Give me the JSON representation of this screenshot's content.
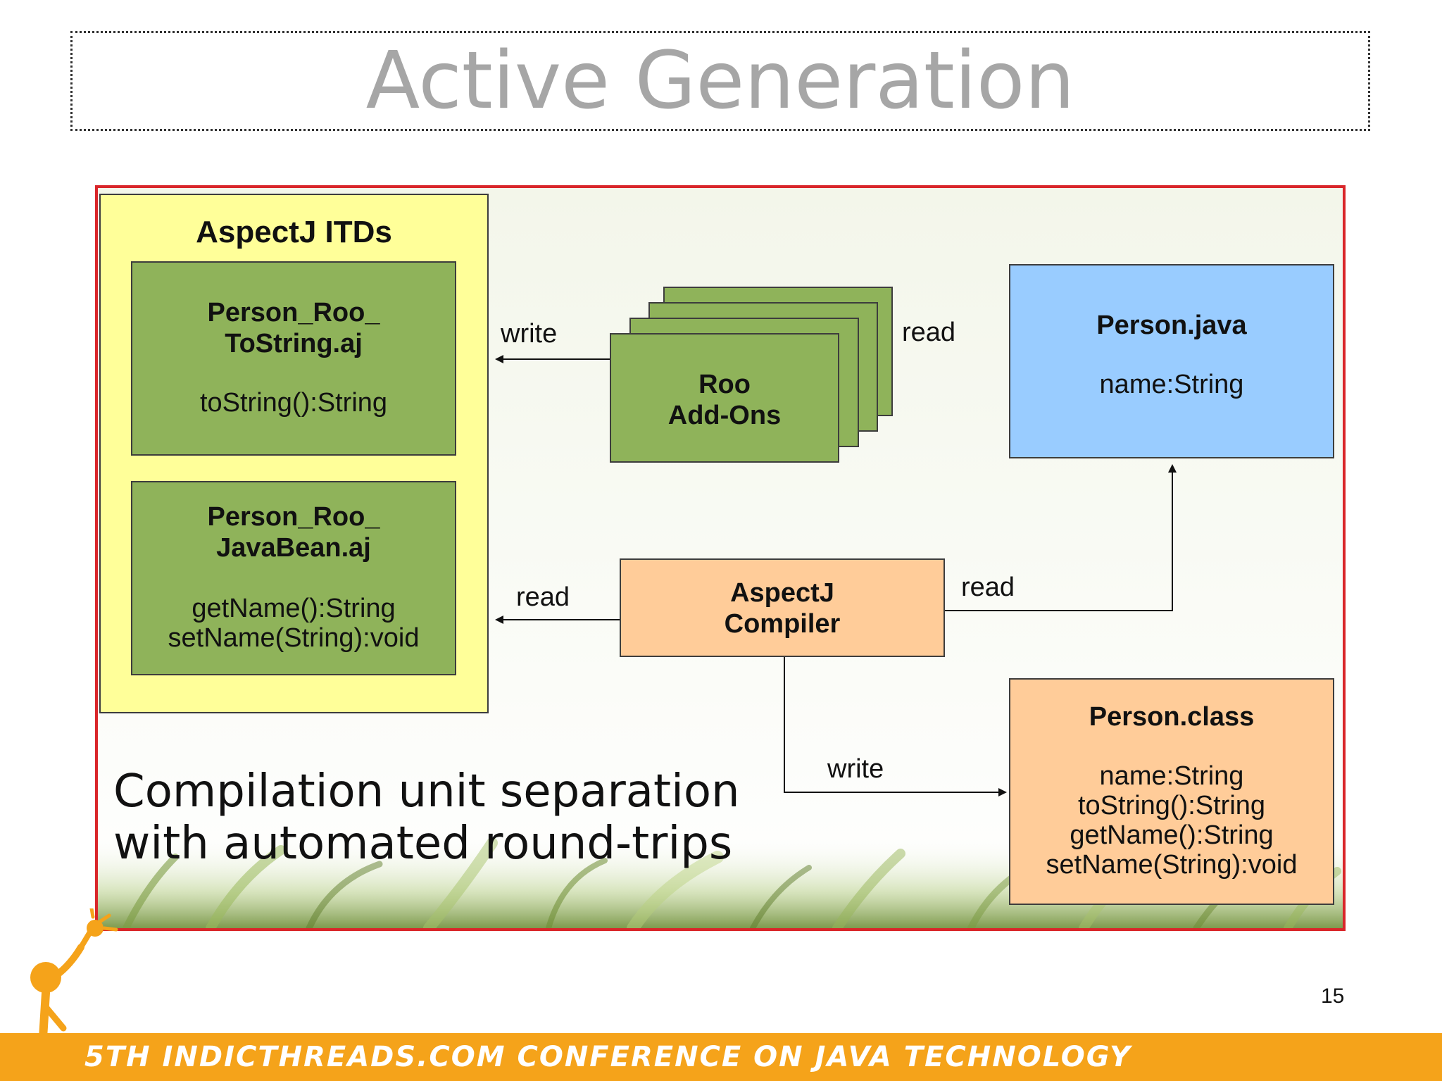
{
  "slide": {
    "title": "Active Generation",
    "page_number": "15",
    "footer": "5TH INDICTHREADS.COM CONFERENCE ON JAVA TECHNOLOGY"
  },
  "diagram": {
    "itds": {
      "title": "AspectJ ITDs",
      "tostring": {
        "name_line1": "Person_Roo_",
        "name_line2": "ToString.aj",
        "member": "toString():String"
      },
      "javabean": {
        "name_line1": "Person_Roo_",
        "name_line2": "JavaBean.aj",
        "member1": "getName():String",
        "member2": "setName(String):void"
      }
    },
    "addons": {
      "line1": "Roo",
      "line2": "Add-Ons"
    },
    "person_java": {
      "name": "Person.java",
      "member": "name:String"
    },
    "compiler": {
      "line1": "AspectJ",
      "line2": "Compiler"
    },
    "person_class": {
      "name": "Person.class",
      "members": [
        "name:String",
        "toString():String",
        "getName():String",
        "setName(String):void"
      ]
    },
    "edges": {
      "addons_write": "write",
      "addons_read": "read",
      "compiler_read_itds": "read",
      "compiler_read_java": "read",
      "compiler_write_class": "write"
    },
    "caption_line1": "Compilation unit separation",
    "caption_line2": "with automated round-trips"
  },
  "colors": {
    "frame_border": "#d9262a",
    "itd_panel": "#ffff99",
    "green_box": "#8fb35a",
    "blue_box": "#99ccff",
    "orange_box": "#ffcc99",
    "footer_bar": "#f5a31a"
  }
}
